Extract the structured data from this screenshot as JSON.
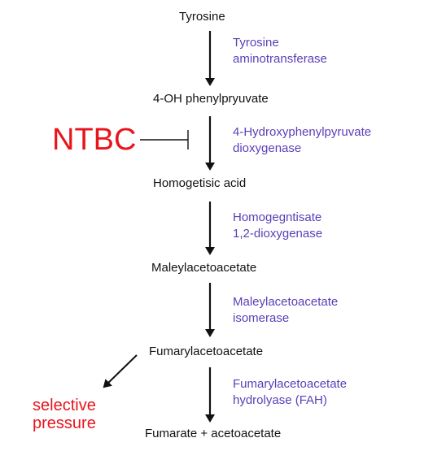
{
  "colors": {
    "metabolite": "#111111",
    "enzyme": "#5a3fb8",
    "inhibitor": "#e8141c",
    "arrow": "#111111"
  },
  "metabolites": [
    "Tyrosine",
    "4-OH phenylpryuvate",
    "Homogetisic acid",
    "Maleylacetoacetate",
    "Fumarylacetoacetate",
    "Fumarate + acetoacetate"
  ],
  "enzymes": [
    {
      "line1": "Tyrosine",
      "line2": "aminotransferase"
    },
    {
      "line1": "4-Hydroxyphenylpyruvate",
      "line2": "dioxygenase"
    },
    {
      "line1": "Homogegntisate",
      "line2": "1,2-dioxygenase"
    },
    {
      "line1": "Maleylacetoacetate",
      "line2": "isomerase"
    },
    {
      "line1": "Fumarylacetoacetate",
      "line2": "hydrolyase (FAH)"
    }
  ],
  "inhibitor": {
    "label": "NTBC"
  },
  "side_effect": {
    "line1": "selective",
    "line2": "pressure"
  }
}
